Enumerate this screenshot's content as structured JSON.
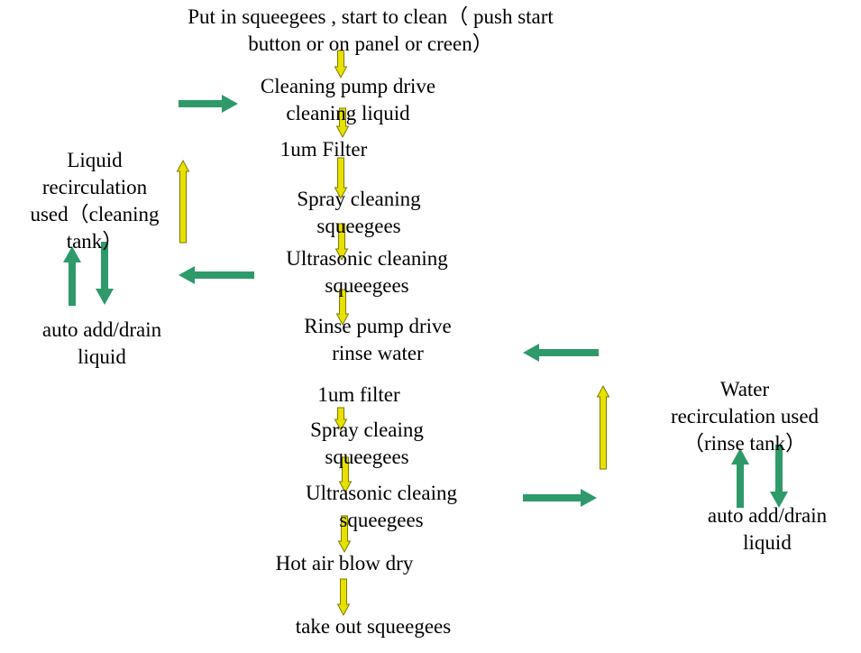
{
  "colors": {
    "flow_arrow_fill": "#e8e000",
    "flow_arrow_stroke": "#7a7a00",
    "loop_arrow": "#2e9a6a",
    "text": "#000000",
    "background": "#ffffff"
  },
  "main_flow": {
    "start": [
      "Put in squeegees , start to clean（ push start",
      "button or on panel or creen）"
    ],
    "step_clean_pump": [
      "Cleaning pump drive",
      "cleaning liquid"
    ],
    "step_filter_1": [
      "1um  Filter"
    ],
    "step_spray_1": [
      "Spray cleaning",
      "squeegees"
    ],
    "step_ultrasonic_1": [
      "Ultrasonic cleaning",
      "squeegees"
    ],
    "step_rinse_pump": [
      "Rinse pump drive",
      "rinse water"
    ],
    "step_filter_2": [
      "1um filter"
    ],
    "step_spray_2": [
      "Spray cleaing",
      "squeegees"
    ],
    "step_ultrasonic_2": [
      "Ultrasonic cleaing",
      "squeegees"
    ],
    "step_dry": [
      "Hot air blow dry"
    ],
    "end": [
      "take out squeegees"
    ]
  },
  "left_loop": {
    "tank": [
      "Liquid",
      "recirculation",
      "used（cleaning",
      "tank）"
    ],
    "auto": [
      "auto add/drain",
      "liquid"
    ]
  },
  "right_loop": {
    "tank": [
      "Water",
      "recirculation used",
      "（rinse tank）"
    ],
    "auto": [
      "auto add/drain",
      "liquid"
    ]
  }
}
